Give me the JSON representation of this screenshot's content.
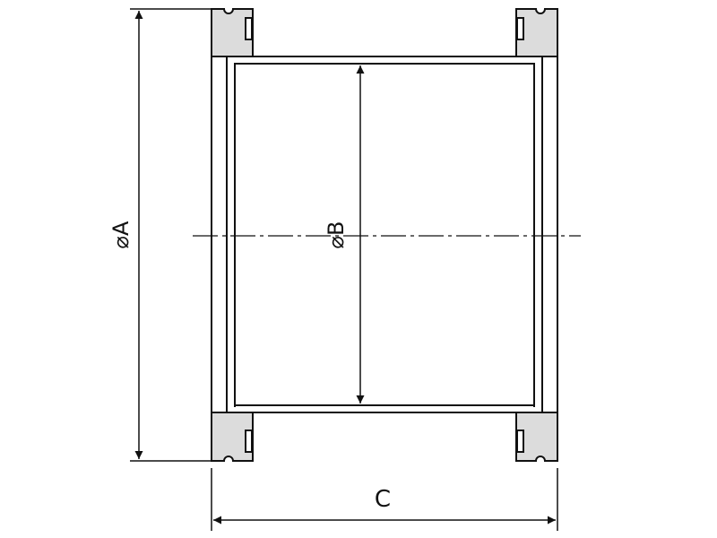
{
  "labels": {
    "dim_a": "⌀A",
    "dim_b": "⌀B",
    "dim_c": "C"
  },
  "colors": {
    "line": "#111111",
    "flange_fill": "#dcdcdc",
    "background": "#ffffff"
  }
}
